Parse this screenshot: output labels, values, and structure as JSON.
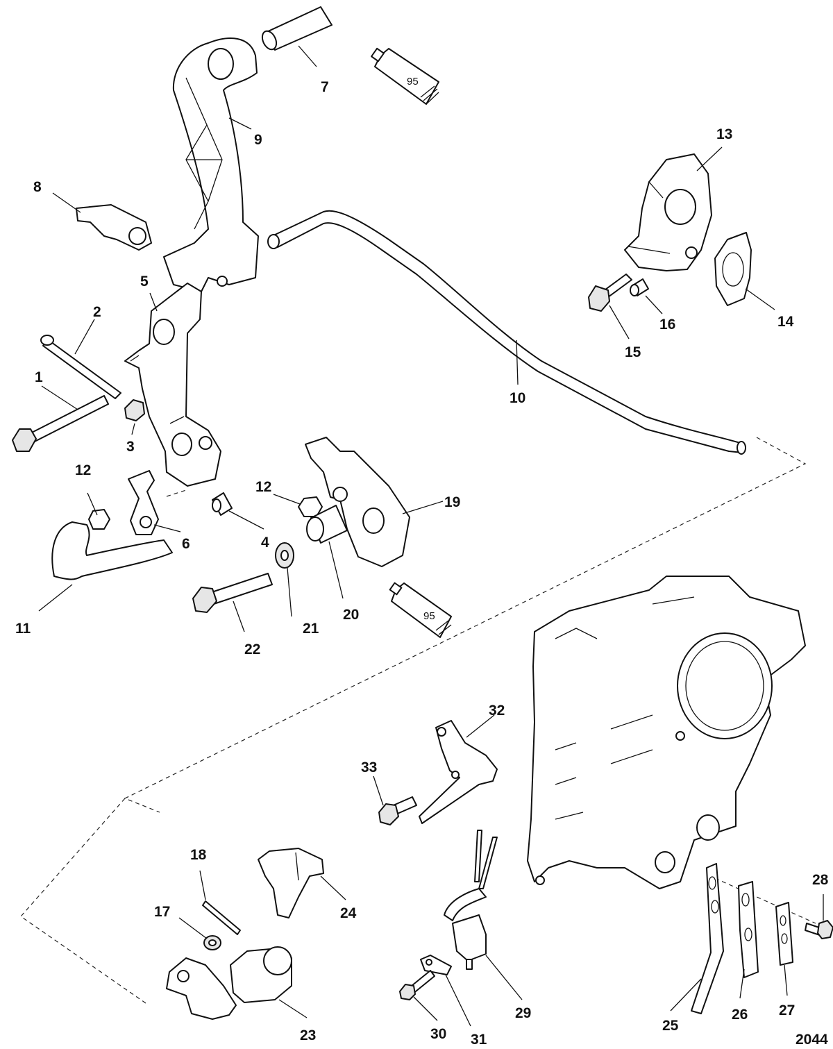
{
  "figure_number": "2044",
  "tube_label": "95",
  "callouts": {
    "c1": "1",
    "c2": "2",
    "c3": "3",
    "c4": "4",
    "c5": "5",
    "c6": "6",
    "c7": "7",
    "c8": "8",
    "c9": "9",
    "c10": "10",
    "c11": "11",
    "c12a": "12",
    "c12b": "12",
    "c13": "13",
    "c14": "14",
    "c15": "15",
    "c16": "16",
    "c17": "17",
    "c18": "18",
    "c19": "19",
    "c20": "20",
    "c21": "21",
    "c22": "22",
    "c23": "23",
    "c24": "24",
    "c25": "25",
    "c26": "26",
    "c27": "27",
    "c28": "28",
    "c29": "29",
    "c30": "30",
    "c31": "31",
    "c32": "32",
    "c33": "33"
  }
}
